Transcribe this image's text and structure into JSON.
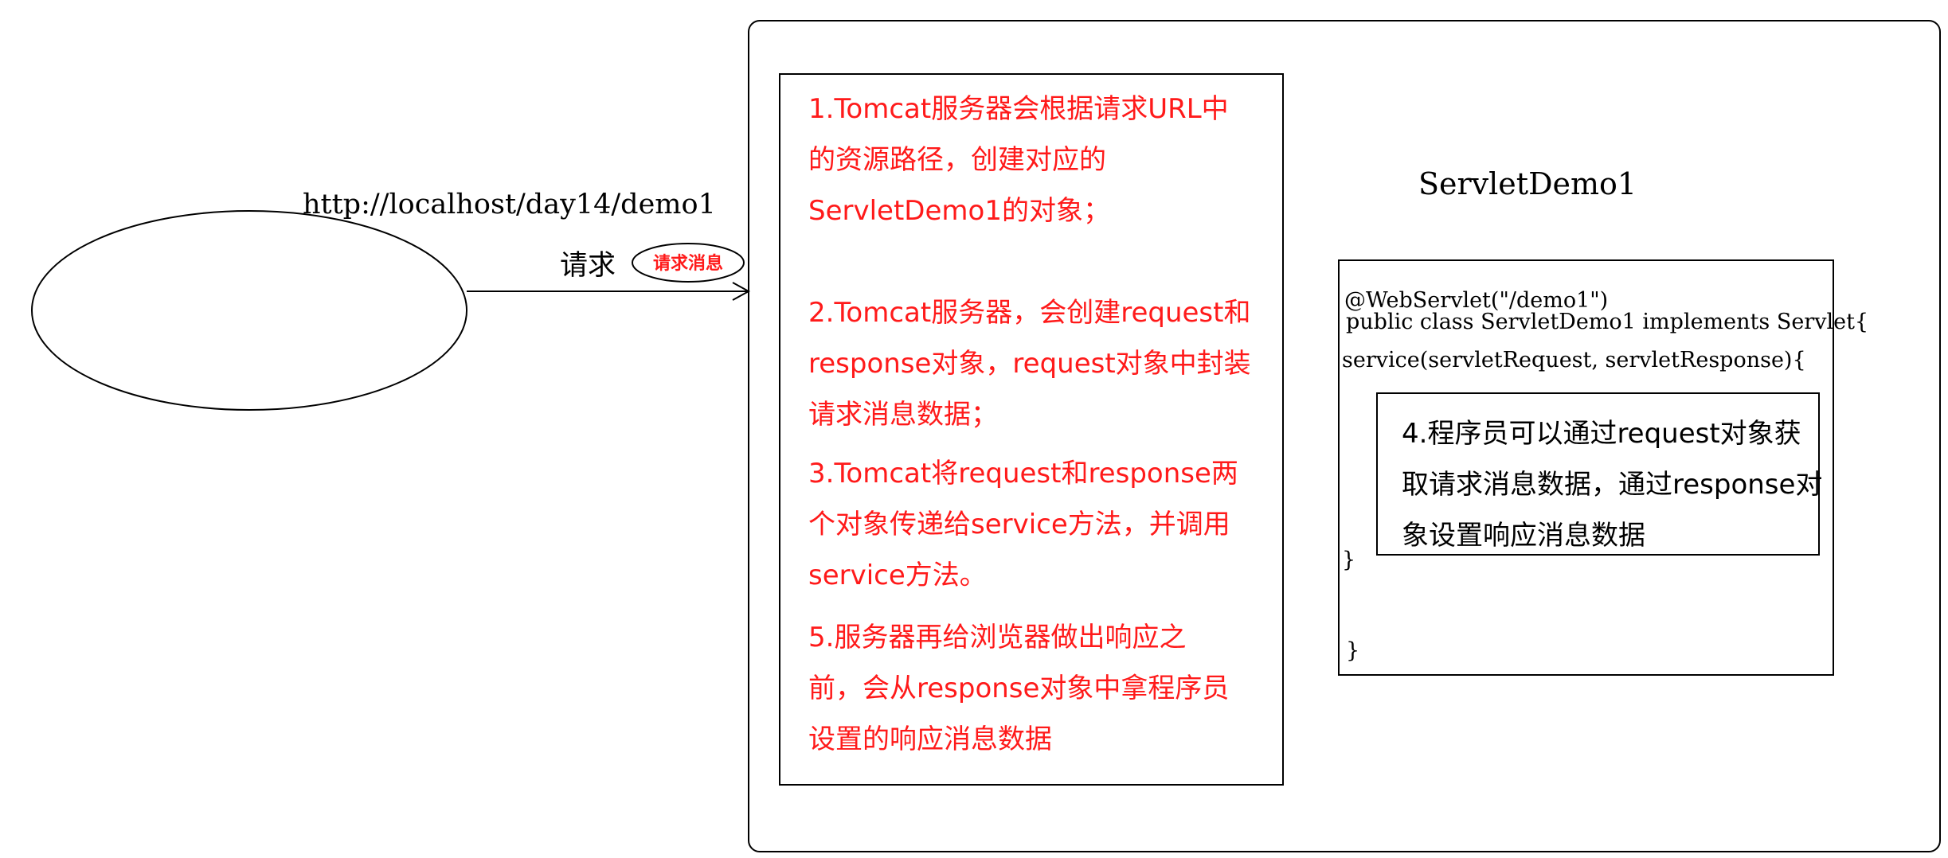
{
  "client": {
    "url": "http://localhost/day14/demo1",
    "request_label": "请求",
    "request_badge": "请求消息"
  },
  "server": {
    "steps_a": [
      "1.Tomcat服务器会根据请求URL中",
      "的资源路径，创建对应的",
      "ServletDemo1的对象；"
    ],
    "steps_b": [
      "2.Tomcat服务器，会创建request和",
      "response对象，request对象中封装",
      "请求消息数据；"
    ],
    "steps_c": [
      "3.Tomcat将request和response两",
      "个对象传递给service方法，并调用",
      "service方法。"
    ],
    "steps_d": [
      "5.服务器再给浏览器做出响应之",
      "前，会从response对象中拿程序员",
      "设置的响应消息数据"
    ],
    "servlet_title": "ServletDemo1",
    "code": {
      "annotation": "@WebServlet(\"/demo1\")",
      "class_decl": "public class ServletDemo1 implements Servlet{",
      "method_decl": "service(servletRequest, servletResponse){",
      "method_close": "}",
      "class_close": "}"
    },
    "note": [
      "4.程序员可以通过request对象获",
      "取请求消息数据，通过response对",
      "象设置响应消息数据"
    ]
  }
}
